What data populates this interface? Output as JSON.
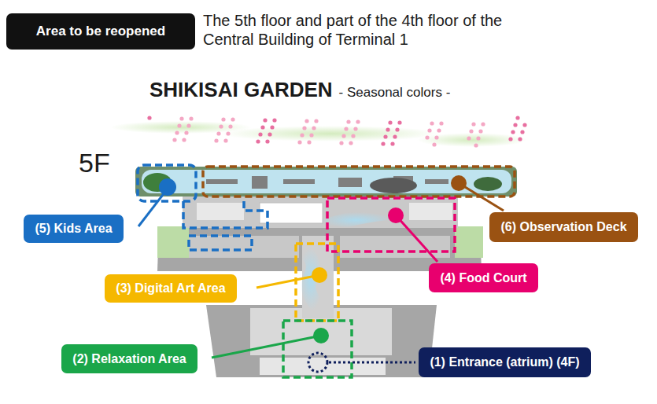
{
  "diagram": {
    "title": "SHIKISAI GARDEN",
    "nodes": [
      {
        "text": [
          "Area to be reopened"
        ]
      },
      {
        "text": [
          "(5) Kids Area"
        ]
      },
      {
        "text": [
          "(6) Observation Deck"
        ]
      },
      {
        "text": [
          "(3) Digital Art Area"
        ]
      },
      {
        "text": [
          "(4) Food Court"
        ]
      },
      {
        "text": [
          "(2) Relaxation Area"
        ]
      },
      {
        "text": [
          "(1) Entrance (atrium) (4F)"
        ]
      }
    ],
    "labels": [
      "The 5th floor and part of the 4th floor of the Central Building of Terminal 1",
      "- Seasonal colors -",
      "5F"
    ]
  }
}
